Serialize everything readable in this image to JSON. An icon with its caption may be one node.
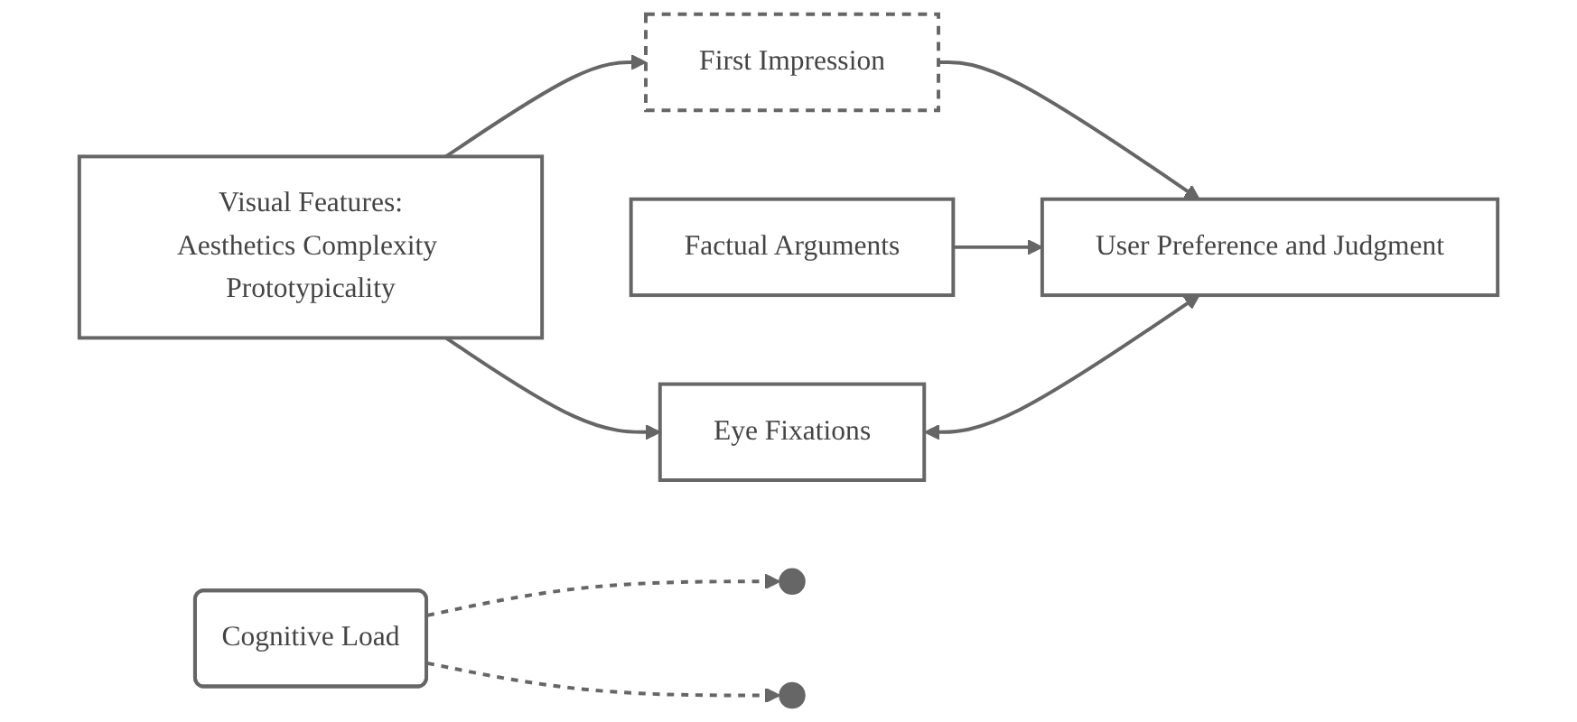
{
  "diagram": {
    "nodes": [
      {
        "text": [
          "Visual Features:",
          "Aesthetics Complexity Prototypicality"
        ]
      },
      {
        "text": [
          "First Impression"
        ]
      },
      {
        "text": [
          "Cognitive Load"
        ]
      },
      {
        "text": [
          "Factual Arguments"
        ]
      },
      {
        "text": [
          "User Preference and Judgment"
        ]
      },
      {
        "text": [
          "Eye Fixations"
        ]
      }
    ],
    "edges": [
      {
        "from": 0,
        "to": 1,
        "arrow": "to"
      },
      {
        "from": 1,
        "to": 4,
        "arrow": "to"
      },
      {
        "from": 2,
        "to": null,
        "arrow": "to",
        "style": "dashed"
      },
      {
        "from": 2,
        "to": null,
        "arrow": "to",
        "style": "dashed"
      },
      {
        "from": 3,
        "to": 4,
        "arrow": "to"
      },
      {
        "from": 0,
        "to": 5,
        "arrow": "to"
      },
      {
        "from": 5,
        "to": 4,
        "arrow": "both"
      }
    ]
  }
}
